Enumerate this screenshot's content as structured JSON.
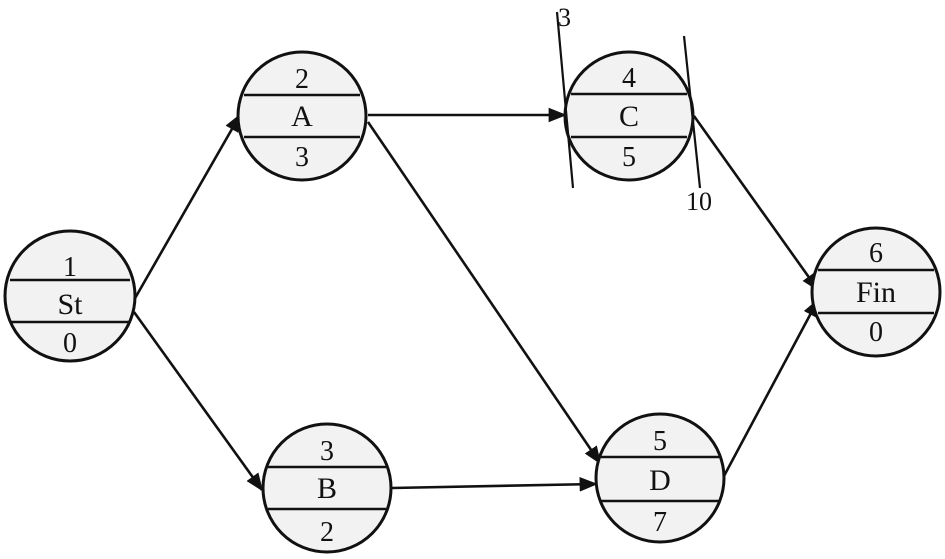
{
  "nodes": {
    "st": {
      "top": "1",
      "label": "St",
      "bottom": "0"
    },
    "a": {
      "top": "2",
      "label": "A",
      "bottom": "3"
    },
    "b": {
      "top": "3",
      "label": "B",
      "bottom": "2"
    },
    "c": {
      "top": "4",
      "label": "C",
      "bottom": "5"
    },
    "d": {
      "top": "5",
      "label": "D",
      "bottom": "7"
    },
    "fin": {
      "top": "6",
      "label": "Fin",
      "bottom": "0"
    }
  },
  "annotations": {
    "cut_left": "3",
    "cut_right": "10"
  },
  "colors": {
    "ink": "#111111",
    "node_fill": "#f2f2f2",
    "background": "#ffffff"
  }
}
